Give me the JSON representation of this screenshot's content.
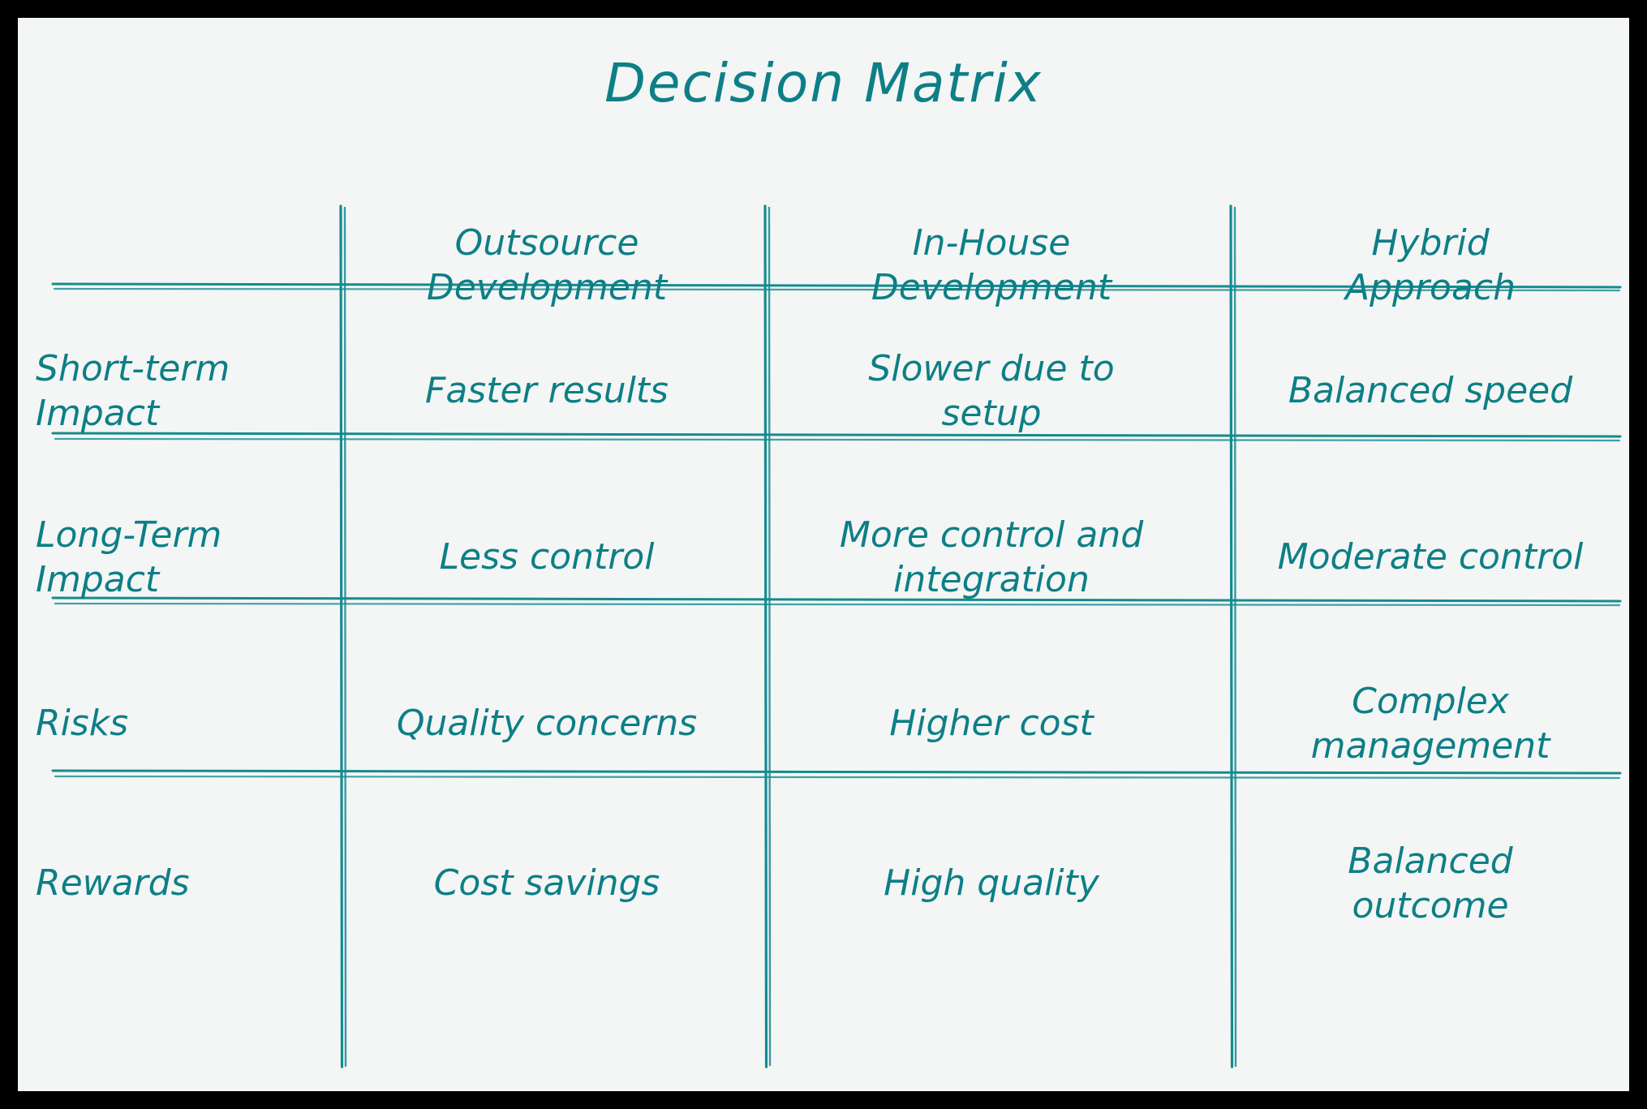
{
  "title": "Decision Matrix",
  "colors": {
    "accent": "#0d7f86",
    "canvas_background": "#f4f5f5",
    "frame": "#000000"
  },
  "table": {
    "corner_label": "",
    "column_headers": [
      "Outsource\nDevelopment",
      "In-House\nDevelopment",
      "Hybrid\nApproach"
    ],
    "column_headers_flat": [
      "Outsource Development",
      "In-House Development",
      "Hybrid Approach"
    ],
    "row_headers": [
      "Short-term\nImpact",
      "Long-Term\nImpact",
      "Risks",
      "Rewards"
    ],
    "rows": [
      {
        "header": "Short-term\nImpact",
        "cells": [
          "Faster results",
          "Slower due to\nsetup",
          "Balanced speed"
        ]
      },
      {
        "header": "Long-Term\nImpact",
        "cells": [
          "Less control",
          "More control and\nintegration",
          "Moderate control"
        ]
      },
      {
        "header": "Risks",
        "cells": [
          "Quality concerns",
          "Higher cost",
          "Complex\nmanagement"
        ]
      },
      {
        "header": "Rewards",
        "cells": [
          "Cost savings",
          "High quality",
          "Balanced\noutcome"
        ]
      }
    ]
  },
  "chart_data": {
    "type": "table",
    "title": "Decision Matrix",
    "categories": [
      "Outsource Development",
      "In-House Development",
      "Hybrid Approach"
    ],
    "criteria": [
      "Short-term Impact",
      "Long-Term Impact",
      "Risks",
      "Rewards"
    ],
    "grid": true,
    "values": [
      [
        "Faster results",
        "Slower due to setup",
        "Balanced speed"
      ],
      [
        "Less control",
        "More control and integration",
        "Moderate control"
      ],
      [
        "Quality concerns",
        "Higher cost",
        "Complex management"
      ],
      [
        "Cost savings",
        "High quality",
        "Balanced outcome"
      ]
    ]
  }
}
